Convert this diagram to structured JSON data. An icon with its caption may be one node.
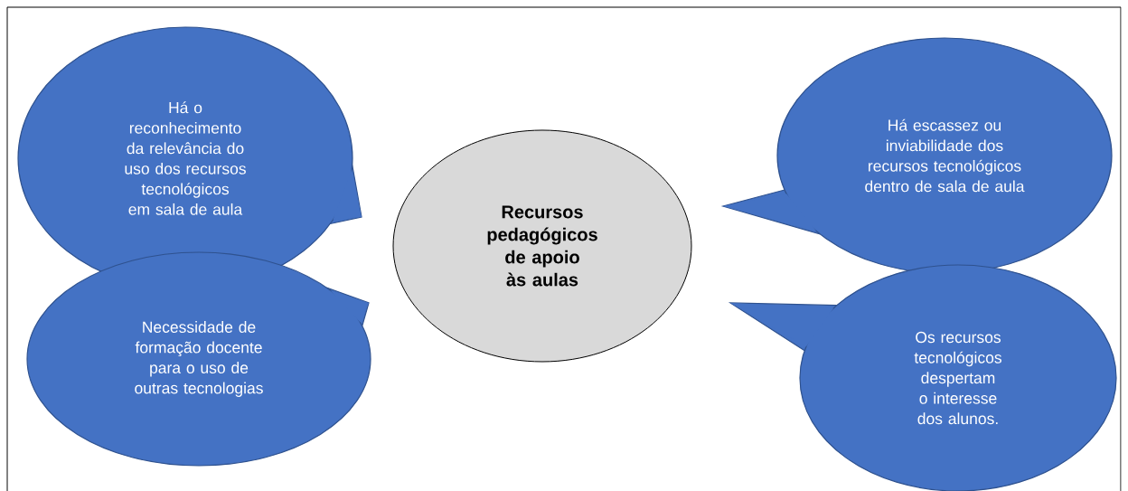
{
  "diagram": {
    "nodes": [
      {
        "text": [
          "Recursos pedagógicos de apoio às aulas"
        ]
      },
      {
        "text": [
          "Há o reconhecimento da relevância do uso dos recursos tecnológicos em sala de aula"
        ]
      },
      {
        "text": [
          "Há escassez ou inviabilidade dos recursos tecnológicos dentro de sala de aula"
        ]
      },
      {
        "text": [
          "Necessidade de formação docente para o uso de outras tecnologias"
        ]
      },
      {
        "text": [
          "Os recursos tecnológicos despertam o interesse dos alunos."
        ]
      }
    ]
  }
}
